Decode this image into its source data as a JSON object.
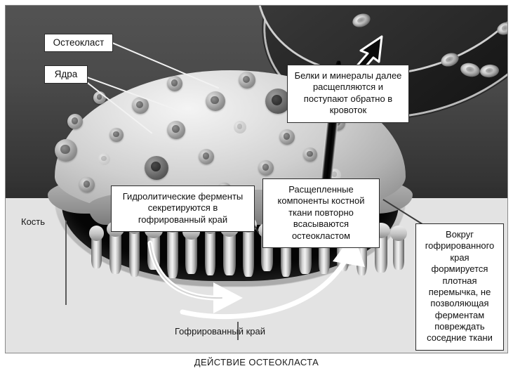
{
  "figure": {
    "caption": "ДЕЙСТВИЕ ОСТЕОКЛАСТА"
  },
  "labels": {
    "osteoclast": "Остеокласт",
    "nuclei": "Ядра",
    "bone": "Кость",
    "ruffled_border": "Гофрированный край"
  },
  "callouts": {
    "blood": "Белки и минералы далее расщепляются и поступают обратно в кровоток",
    "enzymes": "Гидролитические ферменты секретируются в гофрированный край",
    "resorption": "Расщепленные компоненты костной ткани повторно всасываются остеокластом",
    "sealing": "Вокруг гофрированного края формируется плотная перемычка, не позволяющая ферментам повреждать соседние ткани"
  },
  "icons": {
    "arrow_to_vessel": "arrow-up-right-icon",
    "arrow_secretion": "curved-arrow-down-right-icon",
    "arrow_resorption": "curved-arrow-up-right-icon"
  },
  "colors": {
    "background_dark": "#343434",
    "bone": "#e3e3e3",
    "cell": "#cfcfcf",
    "pit": "#050505",
    "box_fill": "#ffffff",
    "box_border": "#2a2a2a",
    "text": "#101010"
  }
}
